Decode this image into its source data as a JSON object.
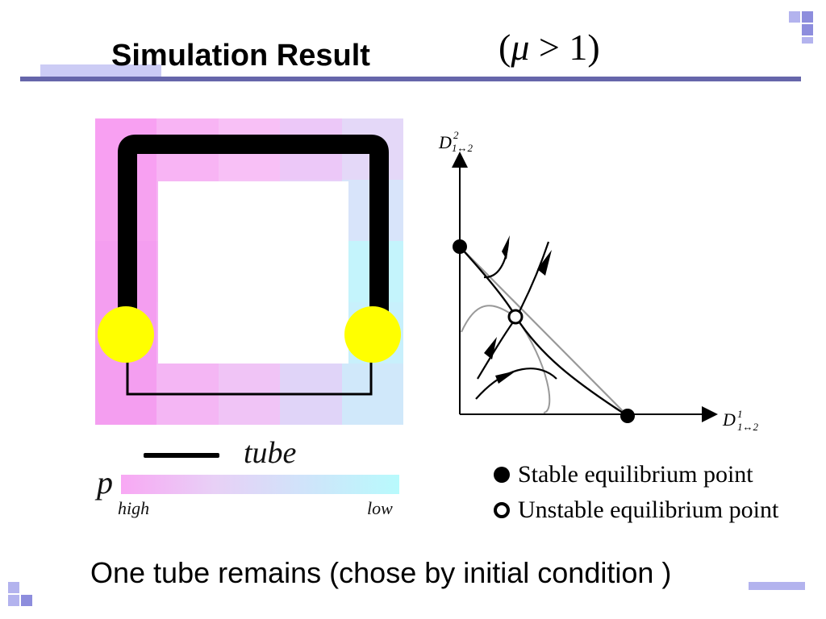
{
  "header": {
    "title": "Simulation Result",
    "condition_open": "(",
    "condition_mu": "μ",
    "condition_rest": " > 1)"
  },
  "tube_diagram": {
    "legend_tube_label": "tube",
    "legend_p_label": "p",
    "gradient_high_label": "high",
    "gradient_low_label": "low",
    "colors": {
      "tube": "#000000",
      "node": "#ffff00",
      "high": "#f8a8f4",
      "low": "#b8fafc"
    }
  },
  "phase_diagram": {
    "y_axis_label": "D",
    "y_axis_sup": "2",
    "y_axis_sub": "1↔2",
    "x_axis_label": "D",
    "x_axis_sup": "1",
    "x_axis_sub": "1↔2"
  },
  "legend": {
    "stable_label": "Stable equilibrium point",
    "unstable_label": "Unstable equilibrium point"
  },
  "caption": "One tube remains (chose by initial condition )"
}
